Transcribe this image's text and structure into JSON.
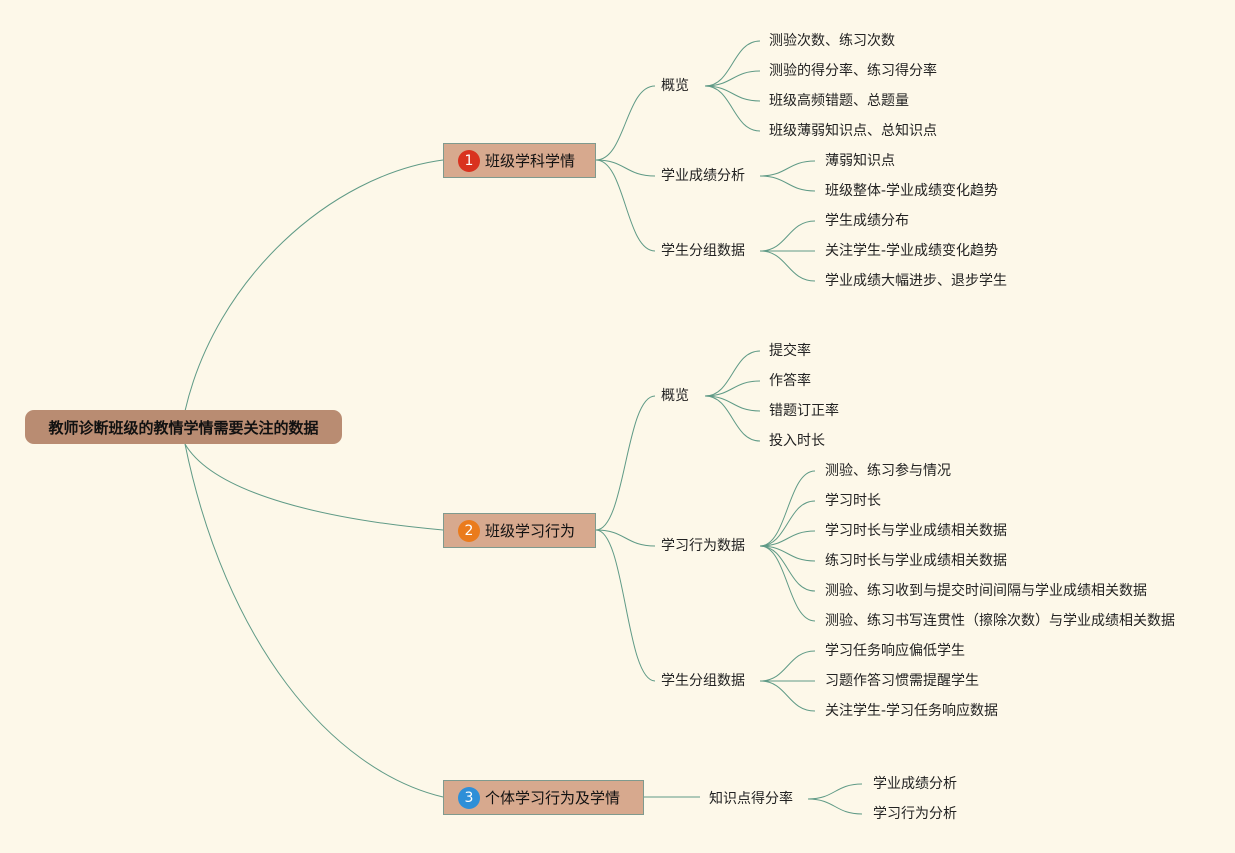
{
  "root": "教师诊断班级的教情学情需要关注的数据",
  "branches": [
    {
      "number": "1",
      "badge_color": "#d9321f",
      "label": "班级学科学情",
      "groups": [
        {
          "label": "概览",
          "items": [
            "测验次数、练习次数",
            "测验的得分率、练习得分率",
            "班级高频错题、总题量",
            "班级薄弱知识点、总知识点"
          ]
        },
        {
          "label": "学业成绩分析",
          "items": [
            "薄弱知识点",
            "班级整体-学业成绩变化趋势"
          ]
        },
        {
          "label": "学生分组数据",
          "items": [
            "学生成绩分布",
            "关注学生-学业成绩变化趋势",
            "学业成绩大幅进步、退步学生"
          ]
        }
      ]
    },
    {
      "number": "2",
      "badge_color": "#ea7b1c",
      "label": "班级学习行为",
      "groups": [
        {
          "label": "概览",
          "items": [
            "提交率",
            "作答率",
            "错题订正率",
            "投入时长"
          ]
        },
        {
          "label": "学习行为数据",
          "items": [
            "测验、练习参与情况",
            "学习时长",
            "学习时长与学业成绩相关数据",
            "练习时长与学业成绩相关数据",
            "测验、练习收到与提交时间间隔与学业成绩相关数据",
            "测验、练习书写连贯性（擦除次数）与学业成绩相关数据"
          ]
        },
        {
          "label": "学生分组数据",
          "items": [
            "学习任务响应偏低学生",
            "习题作答习惯需提醒学生",
            "关注学生-学习任务响应数据"
          ]
        }
      ]
    },
    {
      "number": "3",
      "badge_color": "#2e8fd8",
      "label": "个体学习行为及学情",
      "groups": [
        {
          "label": "知识点得分率",
          "items": [
            "学业成绩分析",
            "学习行为分析"
          ]
        }
      ]
    }
  ],
  "colors": {
    "line": "#5f9a86",
    "background": "#fdf8e9",
    "root_fill": "#b98c72",
    "branch_fill": "#d7a98e"
  }
}
